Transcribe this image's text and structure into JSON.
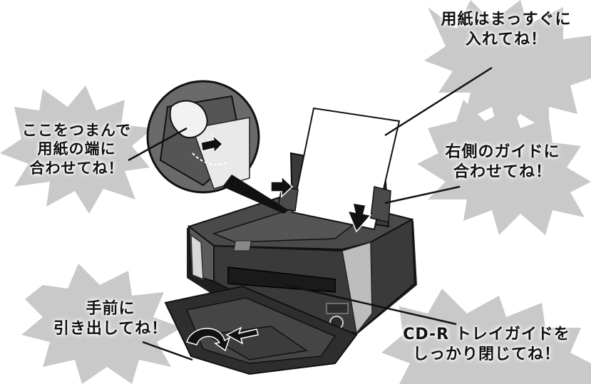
{
  "callouts": {
    "paper_straight": {
      "line1": "用紙はまっすぐに",
      "line2": "入れてね！"
    },
    "pinch": {
      "line1": "ここをつまんで",
      "line2": "用紙の端に",
      "line3": "合わせてね！"
    },
    "right_guide": {
      "line1": "右側のガイドに",
      "line2": "合わせてね！"
    },
    "front_tray": {
      "line1": "手前に",
      "line2": "引き出してね！"
    },
    "cdr_guide": {
      "line1": "CD-R トレイガイドを",
      "line2": "しっかり閉じてね！"
    }
  },
  "colors": {
    "burst": "#c8c8c8",
    "printer_body": "#3a3a3a",
    "printer_dark": "#262626",
    "paper": "#ffffff"
  }
}
